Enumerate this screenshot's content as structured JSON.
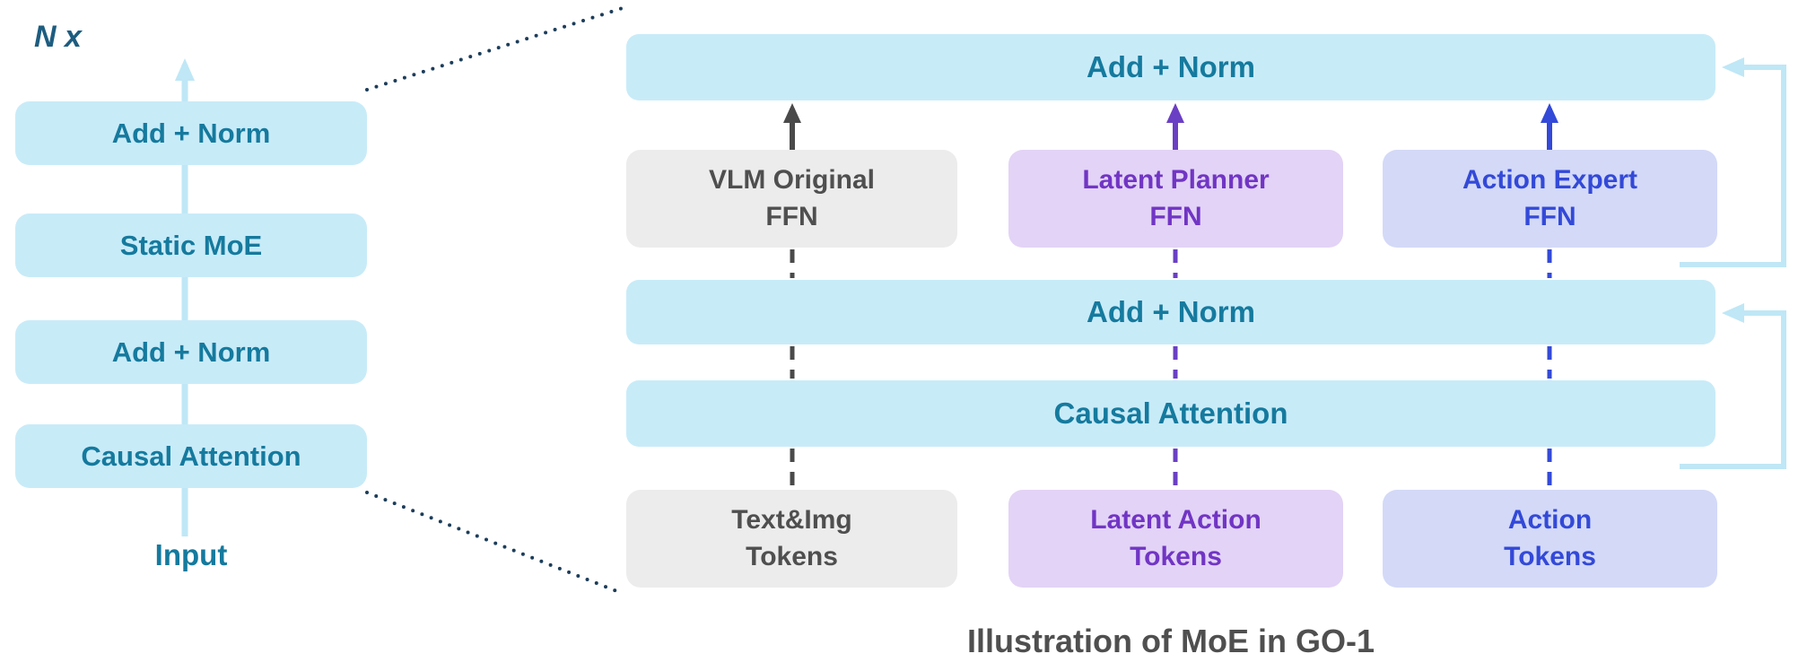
{
  "colors": {
    "bar_blue": "#c8ebf8",
    "teal_text": "#157a9e",
    "gray_box": "#ececec",
    "gray_text": "#4f4f4f",
    "purple_box": "#e3d3f6",
    "purple_text": "#7135c4",
    "indigo_box": "#d3d9f7",
    "indigo_text": "#3349d8",
    "residual_line": "#bfe7f6",
    "dotted_guide": "#1c3d5a",
    "gray_arrow": "#4a4a4a",
    "purple_arrow": "#6b3fc4",
    "indigo_arrow": "#3349d8"
  },
  "left_stack": {
    "repeat_label": "N x",
    "boxes": [
      "Add + Norm",
      "Static MoE",
      "Add + Norm",
      "Causal Attention"
    ],
    "input_label": "Input"
  },
  "right_panel": {
    "top_bar": "Add + Norm",
    "ffn_boxes": [
      {
        "label": "VLM Original\nFFN"
      },
      {
        "label": "Latent Planner\nFFN"
      },
      {
        "label": "Action Expert\nFFN"
      }
    ],
    "mid_bar": "Add + Norm",
    "attention_bar": "Causal Attention",
    "token_boxes": [
      {
        "label": "Text&Img\nTokens"
      },
      {
        "label": "Latent Action\nTokens"
      },
      {
        "label": "Action\nTokens"
      }
    ]
  },
  "caption": "Illustration of MoE in GO-1"
}
